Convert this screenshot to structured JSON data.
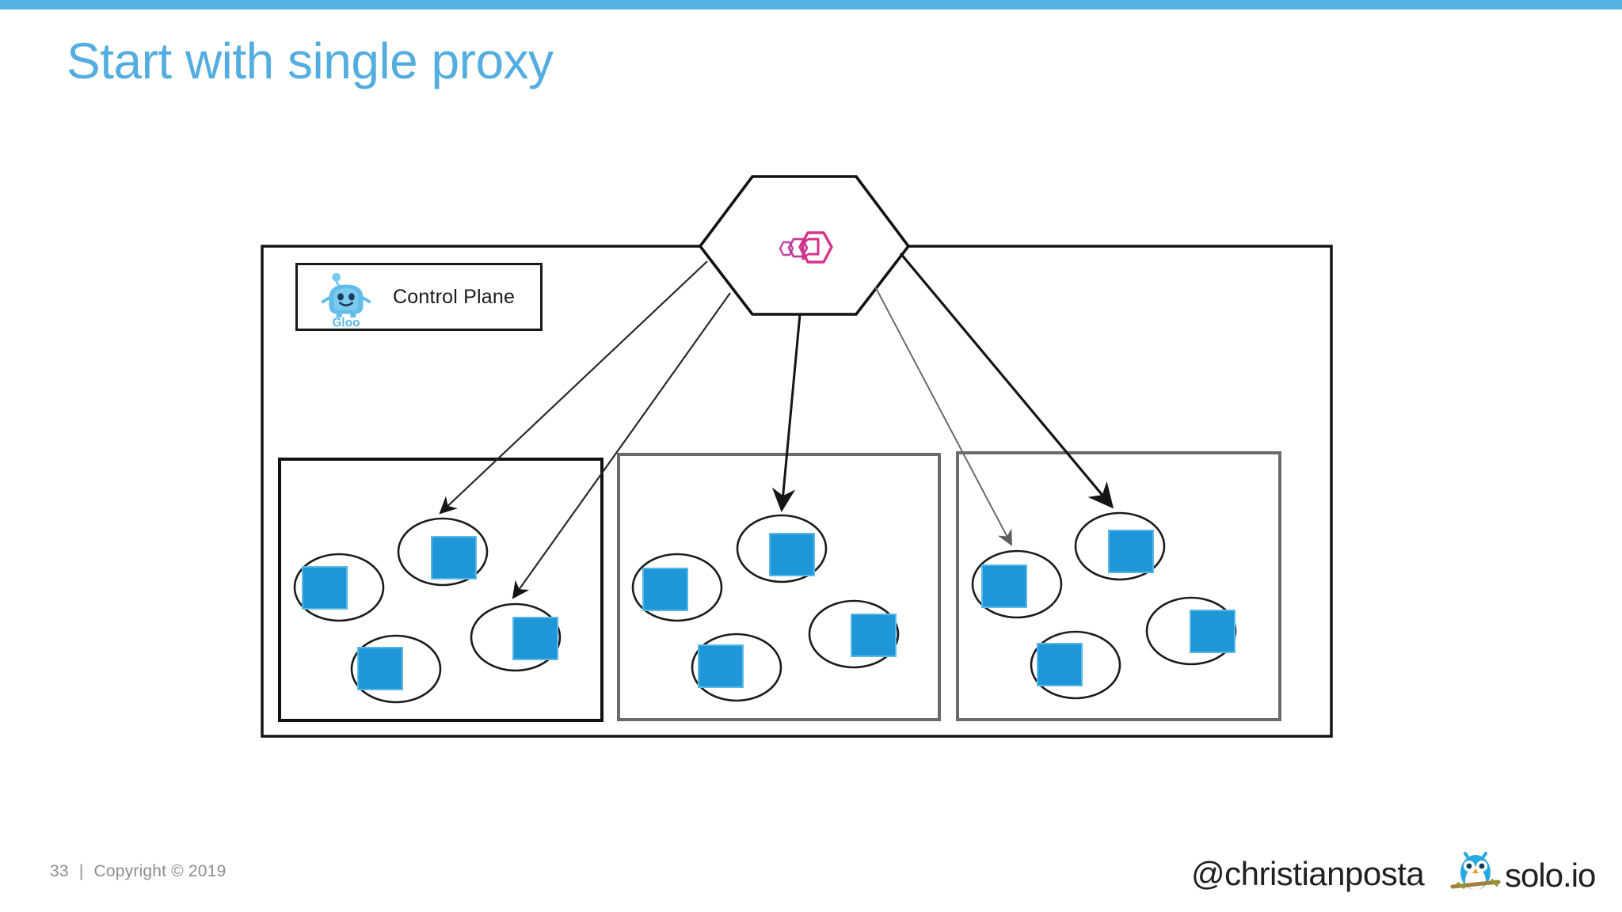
{
  "slide": {
    "title": "Start with single proxy",
    "title_color": "#54ade0",
    "accent_bar_color": "#55b3e4",
    "background": "#fffffe"
  },
  "diagram": {
    "control_plane": {
      "label": "Control Plane",
      "logo_name": "gloo-logo",
      "logo_wordmark": "Gloo",
      "logo_color": "#58b7e8"
    },
    "proxy": {
      "shape": "hexagon",
      "logo_name": "envoy-logo",
      "logo_color": "#d6338b",
      "border_color": "#111111"
    },
    "outer_boundary": {
      "name": "cluster-boundary",
      "border_color": "#151515"
    },
    "service_groups": [
      {
        "name": "service-group-1",
        "border_color": "#111111",
        "border_width": "3",
        "services": [
          {
            "name": "service-1-1",
            "fill": "#1f96d8"
          },
          {
            "name": "service-1-2",
            "fill": "#1f96d8"
          },
          {
            "name": "service-1-3",
            "fill": "#1f96d8"
          },
          {
            "name": "service-1-4",
            "fill": "#1f96d8"
          }
        ]
      },
      {
        "name": "service-group-2",
        "border_color": "#6b6b6b",
        "border_width": "3",
        "services": [
          {
            "name": "service-2-1",
            "fill": "#1f96d8"
          },
          {
            "name": "service-2-2",
            "fill": "#1f96d8"
          },
          {
            "name": "service-2-3",
            "fill": "#1f96d8"
          },
          {
            "name": "service-2-4",
            "fill": "#1f96d8"
          }
        ]
      },
      {
        "name": "service-group-3",
        "border_color": "#6b6b6b",
        "border_width": "3",
        "services": [
          {
            "name": "service-3-1",
            "fill": "#1f96d8"
          },
          {
            "name": "service-3-2",
            "fill": "#1f96d8"
          },
          {
            "name": "service-3-3",
            "fill": "#1f96d8"
          },
          {
            "name": "service-3-4",
            "fill": "#1f96d8"
          }
        ]
      }
    ],
    "connections": [
      {
        "name": "proxy-to-service-1-2",
        "from": "proxy",
        "to": "service-1-2",
        "stroke": "#2a2a2a"
      },
      {
        "name": "proxy-to-service-1-3",
        "from": "proxy",
        "to": "service-1-3",
        "stroke": "#2a2a2a"
      },
      {
        "name": "proxy-to-service-2-2",
        "from": "proxy",
        "to": "service-2-2",
        "stroke": "#151515"
      },
      {
        "name": "proxy-to-service-3-1",
        "from": "proxy",
        "to": "service-3-1",
        "stroke": "#6a6a6a"
      },
      {
        "name": "proxy-to-service-3-2",
        "from": "proxy",
        "to": "service-3-2",
        "stroke": "#151515"
      }
    ]
  },
  "footer": {
    "page_number": "33",
    "separator": "|",
    "copyright": "Copyright © 2019",
    "twitter_handle": "@christianposta",
    "company": "solo.io",
    "company_logo_name": "solo-owl-logo"
  }
}
